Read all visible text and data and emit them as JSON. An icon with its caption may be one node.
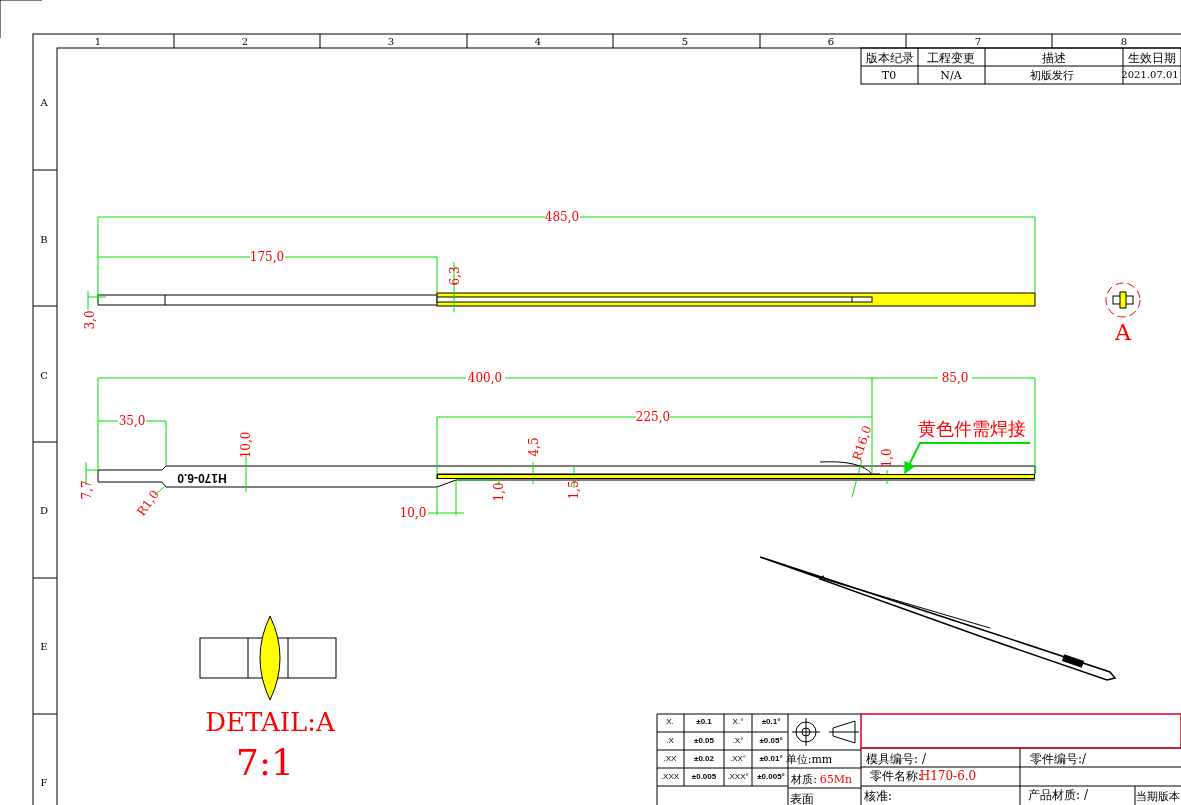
{
  "diagram": {
    "nodes": [
      {
        "text": [
          "黄色件需焊接"
        ]
      },
      {
        "text": [],
        "shape": "bar"
      }
    ],
    "edges": [
      {
        "from": 0,
        "to": 1,
        "arrow": "to"
      }
    ],
    "labels": [
      "1",
      "2",
      "3",
      "4",
      "5",
      "6",
      "7",
      "8",
      "A",
      "B",
      "C",
      "D",
      "E",
      "F",
      "版本纪录",
      "工程变更",
      "描述",
      "生效日期",
      "T0",
      "N/A",
      "初版发行",
      "2021.07.01",
      "485,0",
      "175,0",
      "6,3",
      "3,0",
      "A",
      "400,0",
      "85,0",
      "35,0",
      "225,0",
      "10,0",
      "4,5",
      "R16,0",
      "1,0",
      "H170-6.0",
      "7,7",
      "R1,0",
      "10,0",
      "1,0",
      "1,5",
      "DETAIL:A",
      "7:1",
      "X.",
      "±0.1",
      "X.°",
      "±0.1°",
      ".X",
      "±0.05",
      ".X°",
      "±0.05°",
      ".XX",
      "±0.02",
      ".XX°",
      "±0.01°",
      ".XXX",
      "±0.005",
      ".XXX°",
      "±0.005°",
      "单位:mm",
      "材质:",
      "65Mn",
      "表面",
      "模具编号: /",
      "零件编号:/",
      "零件名称:",
      "H170-6.0",
      "核准:",
      "产品材质: /",
      "当期版本"
    ]
  }
}
